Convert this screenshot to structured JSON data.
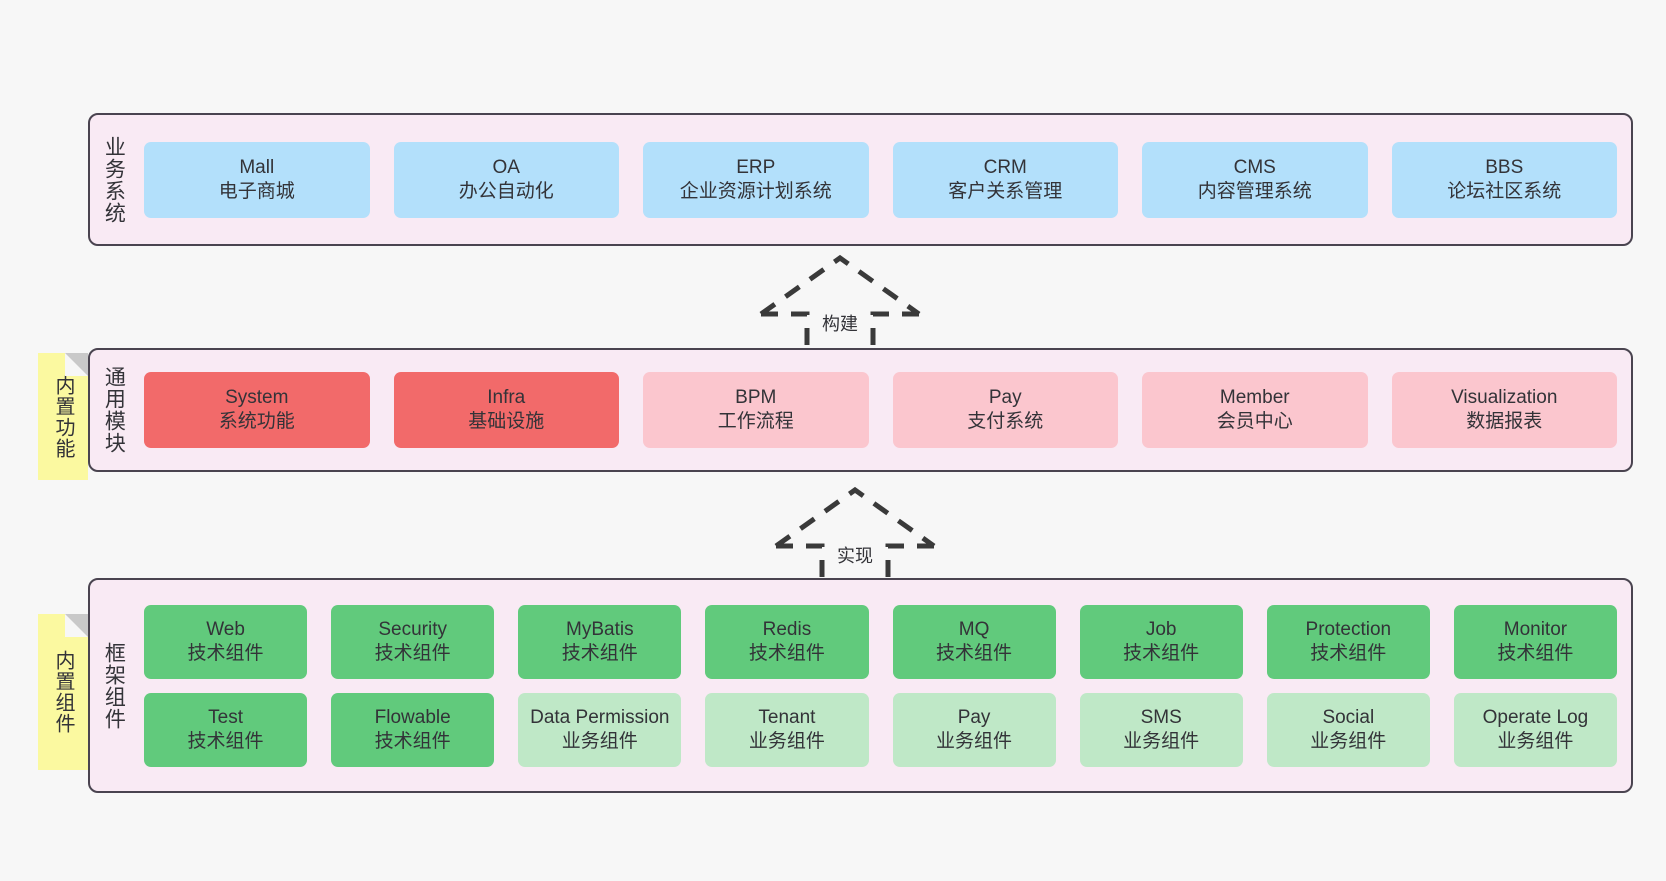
{
  "background_color": "#f7f7f7",
  "palette": {
    "layer_fill": "#f9eaf4",
    "layer_border": "#4a4450",
    "blue": "#b3e0fb",
    "red": "#f26a6a",
    "pink": "#fbc6ce",
    "green": "#61ca7c",
    "green_light": "#bfe8c7",
    "sticky_yellow": "#fbf9a0",
    "sticky_fold": "#c9c9c9"
  },
  "layers": [
    {
      "id": "business",
      "title": "业务系统",
      "rows": [
        {
          "cells": [
            {
              "en": "Mall",
              "cn": "电子商城",
              "color": "blue"
            },
            {
              "en": "OA",
              "cn": "办公自动化",
              "color": "blue"
            },
            {
              "en": "ERP",
              "cn": "企业资源计划系统",
              "color": "blue"
            },
            {
              "en": "CRM",
              "cn": "客户关系管理",
              "color": "blue"
            },
            {
              "en": "CMS",
              "cn": "内容管理系统",
              "color": "blue"
            },
            {
              "en": "BBS",
              "cn": "论坛社区系统",
              "color": "blue"
            }
          ]
        }
      ]
    },
    {
      "id": "module",
      "title": "通用模块",
      "rows": [
        {
          "cells": [
            {
              "en": "System",
              "cn": "系统功能",
              "color": "red"
            },
            {
              "en": "Infra",
              "cn": "基础设施",
              "color": "red"
            },
            {
              "en": "BPM",
              "cn": "工作流程",
              "color": "pink"
            },
            {
              "en": "Pay",
              "cn": "支付系统",
              "color": "pink"
            },
            {
              "en": "Member",
              "cn": "会员中心",
              "color": "pink"
            },
            {
              "en": "Visualization",
              "cn": "数据报表",
              "color": "pink"
            }
          ]
        }
      ]
    },
    {
      "id": "framework",
      "title": "框架组件",
      "rows": [
        {
          "cells": [
            {
              "en": "Web",
              "cn": "技术组件",
              "color": "green"
            },
            {
              "en": "Security",
              "cn": "技术组件",
              "color": "green"
            },
            {
              "en": "MyBatis",
              "cn": "技术组件",
              "color": "green"
            },
            {
              "en": "Redis",
              "cn": "技术组件",
              "color": "green"
            },
            {
              "en": "MQ",
              "cn": "技术组件",
              "color": "green"
            },
            {
              "en": "Job",
              "cn": "技术组件",
              "color": "green"
            },
            {
              "en": "Protection",
              "cn": "技术组件",
              "color": "green"
            },
            {
              "en": "Monitor",
              "cn": "技术组件",
              "color": "green"
            }
          ]
        },
        {
          "cells": [
            {
              "en": "Test",
              "cn": "技术组件",
              "color": "green"
            },
            {
              "en": "Flowable",
              "cn": "技术组件",
              "color": "green"
            },
            {
              "en": "Data Permission",
              "cn": "业务组件",
              "color": "green_light"
            },
            {
              "en": "Tenant",
              "cn": "业务组件",
              "color": "green_light"
            },
            {
              "en": "Pay",
              "cn": "业务组件",
              "color": "green_light"
            },
            {
              "en": "SMS",
              "cn": "业务组件",
              "color": "green_light"
            },
            {
              "en": "Social",
              "cn": "业务组件",
              "color": "green_light"
            },
            {
              "en": "Operate Log",
              "cn": "业务组件",
              "color": "green_light"
            }
          ]
        }
      ]
    }
  ],
  "sticky_notes": [
    {
      "id": "builtin-function",
      "label": "内置功能"
    },
    {
      "id": "builtin-component",
      "label": "内置组件"
    }
  ],
  "connectors": [
    {
      "id": "build",
      "label": "构建"
    },
    {
      "id": "implement",
      "label": "实现"
    }
  ]
}
